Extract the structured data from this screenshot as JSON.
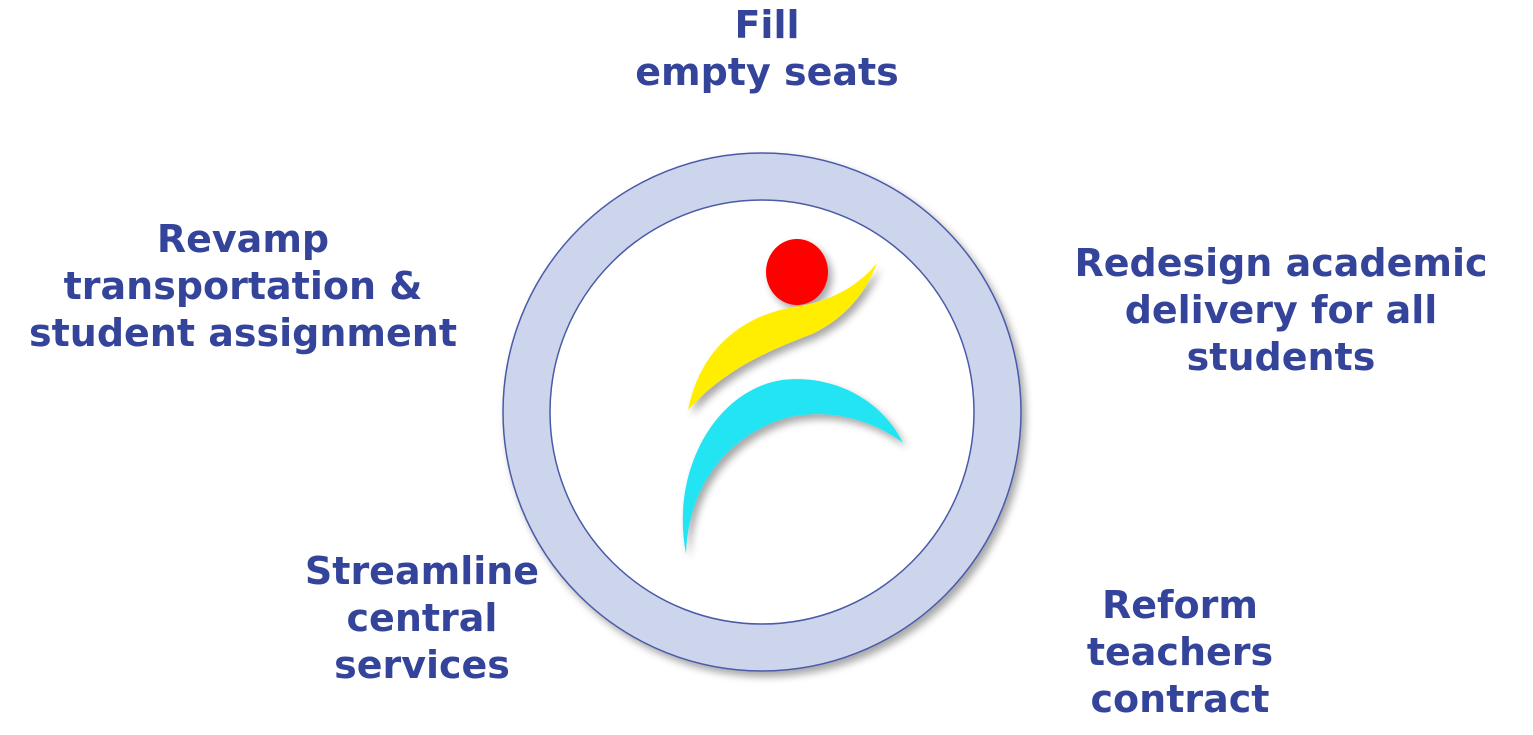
{
  "colors": {
    "text": "#34449a",
    "ring_fill": "#cdd5ec",
    "ring_stroke": "#4a5aa8",
    "head": "#ff0000",
    "upper_swoosh": "#ffee00",
    "lower_swoosh": "#22e4f2"
  },
  "items": {
    "top": {
      "lines": [
        "Fill",
        "empty seats"
      ]
    },
    "left": {
      "lines": [
        "Revamp",
        "transportation &",
        "student assignment"
      ]
    },
    "right": {
      "lines": [
        "Redesign academic",
        "delivery for all",
        "students"
      ]
    },
    "bottom_left": {
      "lines": [
        "Streamline",
        "central",
        "services"
      ]
    },
    "bottom_right": {
      "lines": [
        "Reform",
        "teachers",
        "contract"
      ]
    }
  }
}
